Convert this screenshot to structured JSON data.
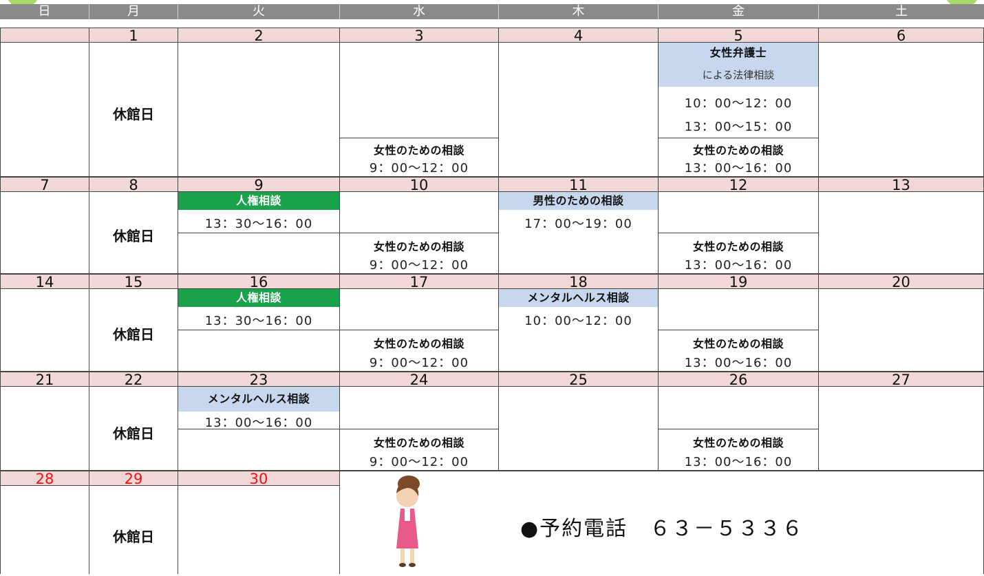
{
  "weekdays": [
    "日",
    "月",
    "火",
    "水",
    "木",
    "金",
    "土"
  ],
  "closed_label": "休館日",
  "weeks": [
    {
      "dates": [
        "",
        "1",
        "2",
        "3",
        "4",
        "5",
        "6"
      ]
    },
    {
      "dates": [
        "7",
        "8",
        "9",
        "10",
        "11",
        "12",
        "13"
      ]
    },
    {
      "dates": [
        "14",
        "15",
        "16",
        "17",
        "18",
        "19",
        "20"
      ]
    },
    {
      "dates": [
        "21",
        "22",
        "23",
        "24",
        "25",
        "26",
        "27"
      ]
    },
    {
      "dates": [
        "28",
        "29",
        "30"
      ]
    }
  ],
  "events": {
    "womens_consult": "女性のための相談",
    "womens_time_wed": "9：00～12：00",
    "womens_time_fri": "13：00～16：00",
    "lawyer_title": "女性弁護士",
    "lawyer_sub": "による法律相談",
    "lawyer_time1": "10：00～12：00",
    "lawyer_time2": "13：00～15：00",
    "human_rights": "人権相談",
    "human_rights_time": "13：30～16：00",
    "mens_consult": "男性のための相談",
    "mens_time": "17：00～19：00",
    "mental_health": "メンタルヘルス相談",
    "mental_time_18": "10：00～12：00",
    "mental_time_23": "13：00～16：00"
  },
  "reservation": "●予約電話　６３－５３３６",
  "colors": {
    "header": "#8a8a8a",
    "date_row": "#f2d7d7",
    "green": "#1aa34a",
    "blue": "#c7d8ee",
    "holiday_red": "#ee1111"
  }
}
